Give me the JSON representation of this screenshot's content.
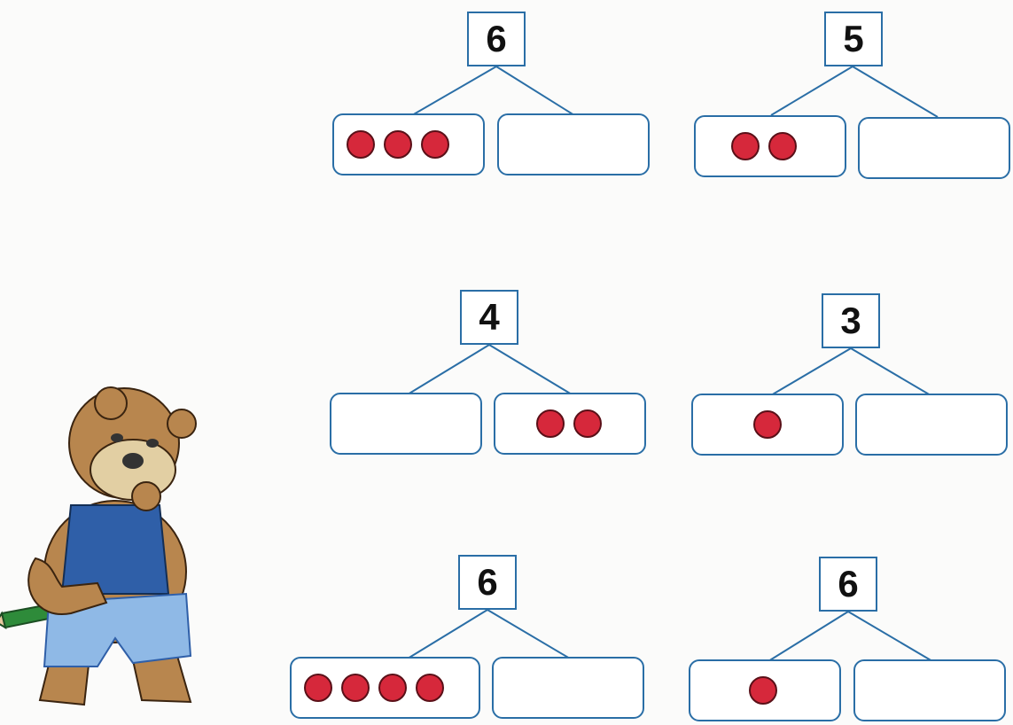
{
  "colors": {
    "dot": "#d6283b",
    "outline": "#2a6ea6"
  },
  "bonds": [
    {
      "whole": "6",
      "left_dots": 3,
      "right_dots": 0
    },
    {
      "whole": "5",
      "left_dots": 2,
      "right_dots": 0
    },
    {
      "whole": "4",
      "left_dots": 0,
      "right_dots": 2
    },
    {
      "whole": "3",
      "left_dots": 1,
      "right_dots": 0
    },
    {
      "whole": "6",
      "left_dots": 4,
      "right_dots": 0
    },
    {
      "whole": "6",
      "left_dots": 1,
      "right_dots": 0
    }
  ],
  "illustration": {
    "icon": "bear-with-pencil-icon"
  }
}
